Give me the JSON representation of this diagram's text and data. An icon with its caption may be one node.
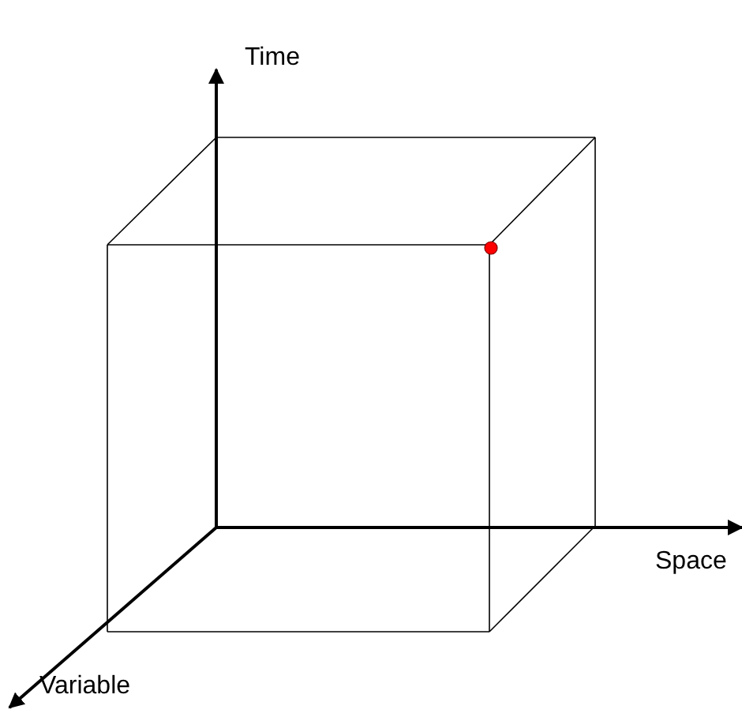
{
  "diagram": {
    "labels": [
      "Time",
      "Space",
      "Variable"
    ]
  }
}
